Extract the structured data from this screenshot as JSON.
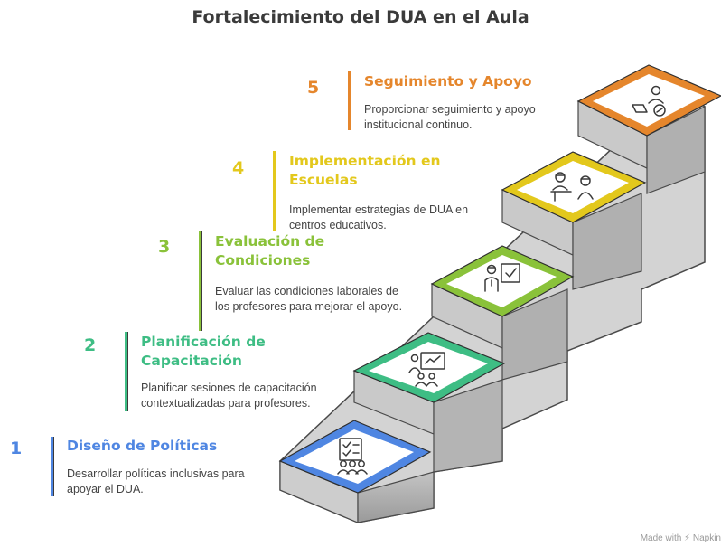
{
  "title": "Fortalecimiento del DUA en el Aula",
  "steps": [
    {
      "number": "1",
      "title": "Diseño de Políticas",
      "description": "Desarrollar políticas inclusivas para apoyar el DUA.",
      "color": "#4f86e2",
      "icon": "policy-checklist-group-icon"
    },
    {
      "number": "2",
      "title": "Planificación de Capacitación",
      "description": "Planificar sesiones de capacitación contextualizadas para profesores.",
      "color": "#3ebd84",
      "icon": "presentation-training-icon"
    },
    {
      "number": "3",
      "title": "Evaluación de Condiciones",
      "description": "Evaluar las condiciones laborales de los profesores para mejorar el apoyo.",
      "color": "#8ac23a",
      "icon": "evaluation-checkboard-icon"
    },
    {
      "number": "4",
      "title": "Implementación en Escuelas",
      "description": "Implementar estrategias de DUA en centros educativos.",
      "color": "#e3c81c",
      "icon": "teacher-student-icon"
    },
    {
      "number": "5",
      "title": "Seguimiento y Apoyo",
      "description": "Proporcionar seguimiento y apoyo institucional continuo.",
      "color": "#e5862c",
      "icon": "mentor-support-icon"
    }
  ],
  "footer": "Made with ⚡ Napkin"
}
